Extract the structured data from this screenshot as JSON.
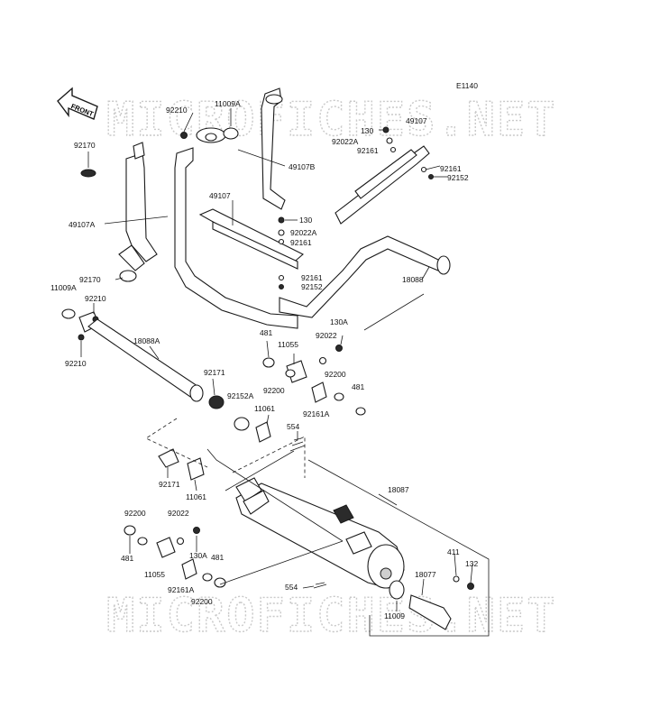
{
  "diagram_code": "E1140",
  "front_arrow_label": "FRONT",
  "watermark_text": "MICROFICHES.NET",
  "labels": {
    "l_92210_top": "92210",
    "l_11009A_top": "11009A",
    "l_92170_top": "92170",
    "l_49107B": "49107B",
    "l_130_top": "130",
    "l_92022A_top": "92022A",
    "l_92161_top": "92161",
    "l_49107_right": "49107",
    "l_92161_right": "92161",
    "l_92152_right": "92152",
    "l_49107A": "49107A",
    "l_49107_mid": "49107",
    "l_130_mid": "130",
    "l_92022A_mid": "92022A",
    "l_92161_mid": "92161",
    "l_92170_mid": "92170",
    "l_92161_mid2": "92161",
    "l_92152_mid": "92152",
    "l_18088": "18088",
    "l_11009A_left": "11009A",
    "l_92210_left": "92210",
    "l_92210_left2": "92210",
    "l_18088A": "18088A",
    "l_481_a": "481",
    "l_130A_a": "130A",
    "l_11055_a": "11055",
    "l_92022_a": "92022",
    "l_92171_a": "92171",
    "l_92200_a": "92200",
    "l_92200_b": "92200",
    "l_481_b": "481",
    "l_92152A": "92152A",
    "l_11061_a": "11061",
    "l_92161A_a": "92161A",
    "l_554_a": "554",
    "l_92171_b": "92171",
    "l_11061_b": "11061",
    "l_18087": "18087",
    "l_92200_c": "92200",
    "l_92022_b": "92022",
    "l_130A_b": "130A",
    "l_481_c": "481",
    "l_11055_b": "11055",
    "l_92161A_b": "92161A",
    "l_92200_d": "92200",
    "l_481_d": "481",
    "l_411": "411",
    "l_132": "132",
    "l_18077": "18077",
    "l_554_b": "554",
    "l_11009": "11009"
  }
}
